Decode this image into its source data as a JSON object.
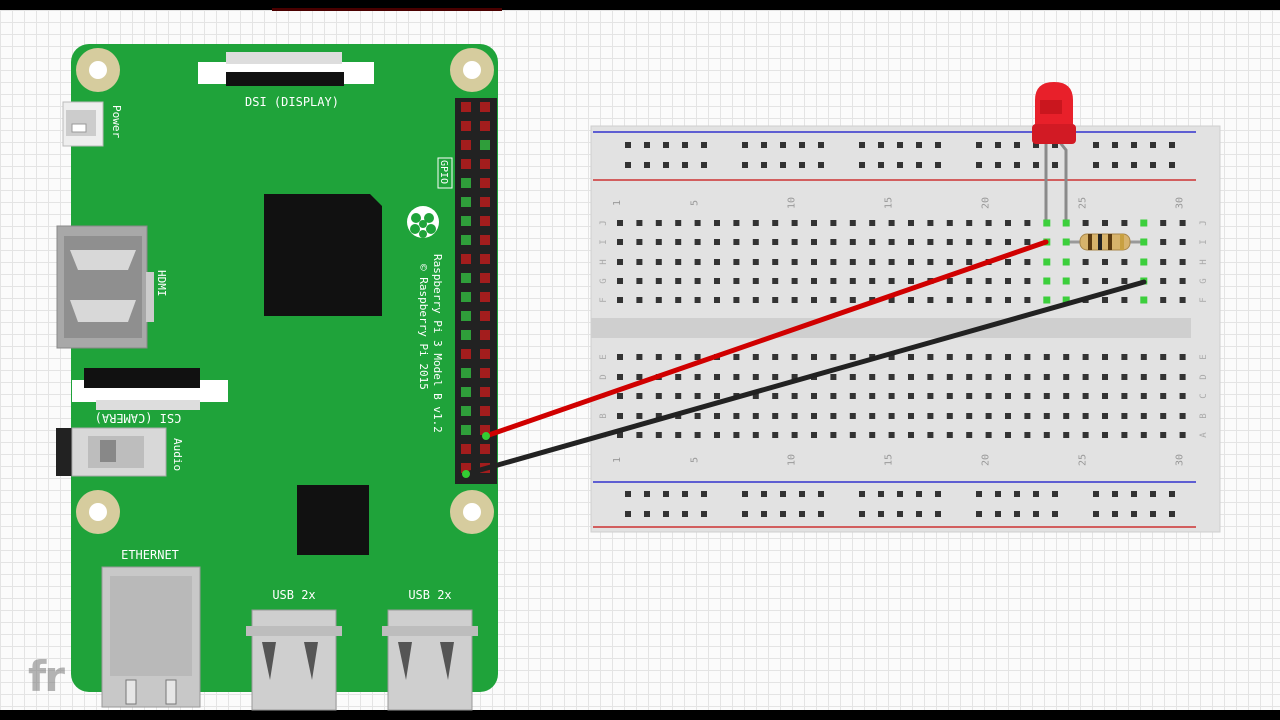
{
  "board": {
    "dsi_label": "DSI (DISPLAY)",
    "power_label": "Power",
    "hdmi_label": "HDMI",
    "csi_label": "CSI (CAMERA)",
    "audio_label": "Audio",
    "gpio_label": "GPIO",
    "model_label": "Raspberry Pi 3 Model B v1.2",
    "copyright_label": "© Raspberry Pi 2015",
    "ethernet_label": "ETHERNET",
    "usb1_label": "USB 2x",
    "usb2_label": "USB 2x",
    "color": "#1fa33a"
  },
  "breadboard": {
    "col_numbers_top": [
      "1",
      "5",
      "10",
      "15",
      "20",
      "25",
      "30"
    ],
    "col_numbers_bottom": [
      "1",
      "5",
      "10",
      "15",
      "20",
      "25",
      "30"
    ],
    "row_letters_top": [
      "J",
      "I",
      "H",
      "G",
      "F"
    ],
    "row_letters_bottom": [
      "E",
      "D",
      "C",
      "B",
      "A"
    ]
  },
  "wires": {
    "red_color": "#d00000",
    "black_color": "#222222"
  },
  "watermark": "fr"
}
